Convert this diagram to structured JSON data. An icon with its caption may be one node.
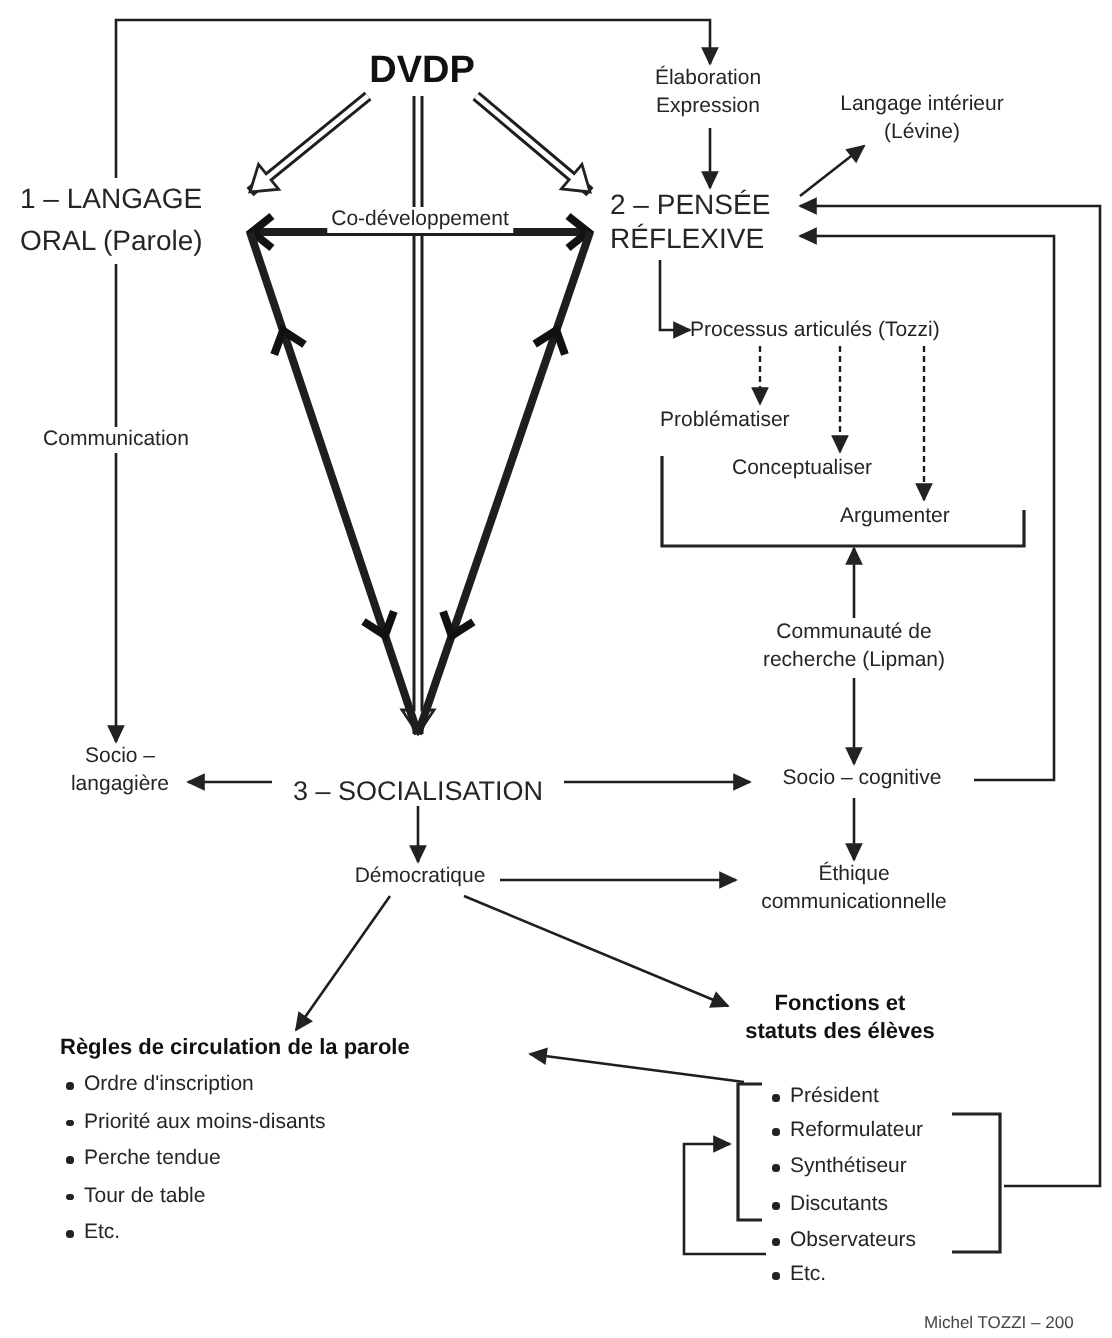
{
  "diagram": {
    "nodes": [
      {
        "text": [
          "DVDP"
        ]
      },
      {
        "text": [
          "1 – LANGAGE ORAL (Parole)"
        ]
      },
      {
        "text": [
          "Élaboration Expression"
        ]
      },
      {
        "text": [
          "Langage intérieur (Lévine)"
        ]
      },
      {
        "text": [
          "2 – PENSÉE RÉFLEXIVE"
        ]
      },
      {
        "text": [
          "Processus articulés (Tozzi)"
        ]
      },
      {
        "text": [
          "Problématiser"
        ]
      },
      {
        "text": [
          "Conceptualiser"
        ],
        "in": 9
      },
      {
        "text": [
          "Argumenter"
        ],
        "in": 9
      },
      {
        "text": [],
        "shape": "bracket"
      },
      {
        "text": [
          "Communauté de recherche (Lipman)"
        ]
      },
      {
        "text": [
          "3 – SOCIALISATION"
        ]
      },
      {
        "text": [
          "Socio – langagière"
        ]
      },
      {
        "text": [
          "Socio – cognitive"
        ]
      },
      {
        "text": [
          "Démocratique"
        ]
      },
      {
        "text": [
          "Éthique communicationnelle"
        ]
      },
      {
        "text": [
          "Règles de circulation de la parole",
          "Ordre d'inscription",
          "Priorité aux moins-disants",
          "Perche tendue",
          "Tour de table",
          "Etc."
        ]
      },
      {
        "text": [
          "Fonctions et statuts des élèves"
        ]
      },
      {
        "text": [
          "Président"
        ]
      },
      {
        "text": [
          "Reformulateur"
        ]
      },
      {
        "text": [
          "Synthétiseur"
        ]
      },
      {
        "text": [
          "Discutants"
        ]
      },
      {
        "text": [
          "Observateurs"
        ]
      },
      {
        "text": [
          "Etc."
        ]
      },
      {
        "text": [],
        "shape": "bracket"
      },
      {
        "text": [],
        "shape": "bracket"
      }
    ],
    "edges": [
      {
        "from": 0,
        "to": 1,
        "arrow": "to",
        "style": "thick"
      },
      {
        "from": 0,
        "to": 4,
        "arrow": "to",
        "style": "thick"
      },
      {
        "from": 0,
        "to": 11,
        "arrow": "to",
        "style": "thick"
      },
      {
        "from": 1,
        "to": 4,
        "arrow": "both",
        "style": "thick",
        "label": "Co-développement"
      },
      {
        "from": 1,
        "to": 11,
        "arrow": "both",
        "style": "thick"
      },
      {
        "from": 4,
        "to": 11,
        "arrow": "both",
        "style": "thick"
      },
      {
        "from": 1,
        "to": 2,
        "arrow": "to"
      },
      {
        "from": 1,
        "to": 12,
        "arrow": "to",
        "label": "Communication"
      },
      {
        "from": 2,
        "to": 4,
        "arrow": "to"
      },
      {
        "from": 4,
        "to": 3,
        "arrow": "to"
      },
      {
        "from": 4,
        "to": 5,
        "arrow": "to"
      },
      {
        "from": 5,
        "to": 6,
        "arrow": "to",
        "style": "dashed"
      },
      {
        "from": 5,
        "to": 7,
        "arrow": "to",
        "style": "dashed"
      },
      {
        "from": 5,
        "to": 8,
        "arrow": "to",
        "style": "dashed"
      },
      {
        "from": 10,
        "to": 9,
        "arrow": "to"
      },
      {
        "from": 10,
        "to": 13,
        "arrow": "to"
      },
      {
        "from": 11,
        "to": 12,
        "arrow": "to"
      },
      {
        "from": 11,
        "to": 13,
        "arrow": "to"
      },
      {
        "from": 11,
        "to": 14,
        "arrow": "to"
      },
      {
        "from": 13,
        "to": 15,
        "arrow": "to"
      },
      {
        "from": 14,
        "to": 15,
        "arrow": "to"
      },
      {
        "from": 13,
        "to": 4,
        "arrow": "to"
      },
      {
        "from": 14,
        "to": 16,
        "arrow": "to"
      },
      {
        "from": 14,
        "to": 17,
        "arrow": "to"
      },
      {
        "from": 24,
        "to": 16,
        "arrow": "to"
      },
      {
        "from": 22,
        "to": 24,
        "arrow": "to"
      },
      {
        "from": 25,
        "to": 4,
        "arrow": "to"
      }
    ],
    "labels": [
      "Michel TOZZI – 200"
    ]
  }
}
